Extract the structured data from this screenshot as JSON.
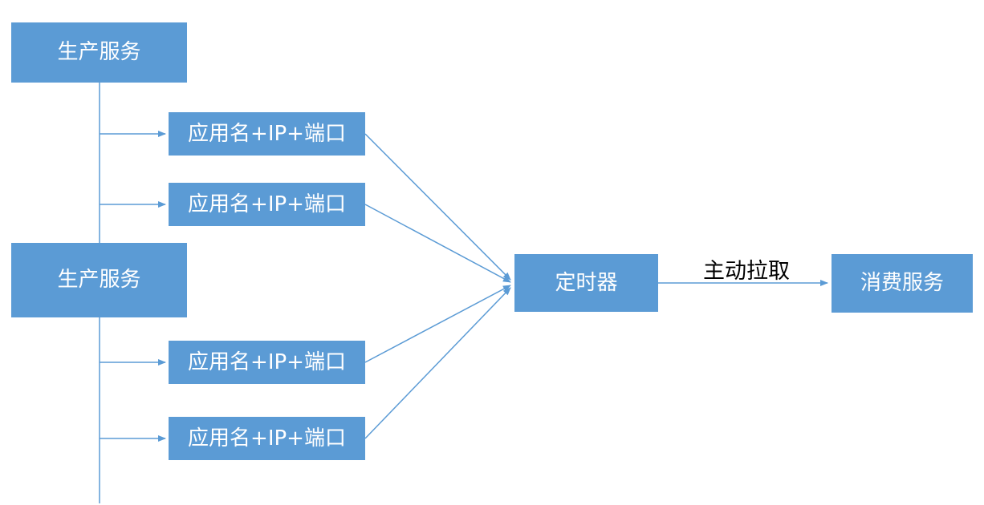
{
  "diagram": {
    "colors": {
      "node_fill": "#5b9bd5",
      "node_text": "#ffffff",
      "connector": "#5b9bd5",
      "edge_label_text": "#000000",
      "background": "#ffffff"
    },
    "nodes": {
      "producer1": {
        "label": "生产服务"
      },
      "producer2": {
        "label": "生产服务"
      },
      "endpoint1": {
        "label": "应用名+IP+端口"
      },
      "endpoint2": {
        "label": "应用名+IP+端口"
      },
      "endpoint3": {
        "label": "应用名+IP+端口"
      },
      "endpoint4": {
        "label": "应用名+IP+端口"
      },
      "timer": {
        "label": "定时器"
      },
      "consumer": {
        "label": "消费服务"
      }
    },
    "edges": {
      "pull_label": "主动拉取"
    }
  }
}
